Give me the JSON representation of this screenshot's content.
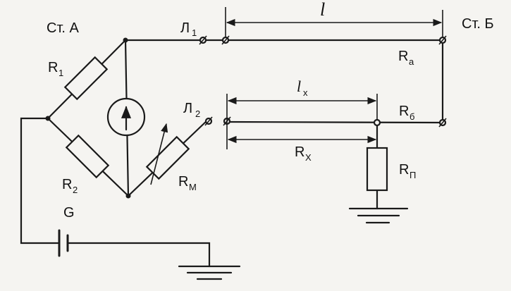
{
  "labels": {
    "station_a": "Ст. А",
    "station_b": "Ст. Б",
    "line1": "Л",
    "line1_sub": "1",
    "line2": "Л",
    "line2_sub": "2",
    "r1": "R",
    "r1_sub": "1",
    "r2": "R",
    "r2_sub": "2",
    "rm": "R",
    "rm_sub": "М",
    "ra": "R",
    "ra_sub": "а",
    "rb": "R",
    "rb_sub": "б",
    "rx": "R",
    "rx_sub": "Х",
    "rp": "R",
    "rp_sub": "П",
    "g": "G",
    "length_total": "l",
    "length_x": "l",
    "length_x_sub": "х"
  }
}
